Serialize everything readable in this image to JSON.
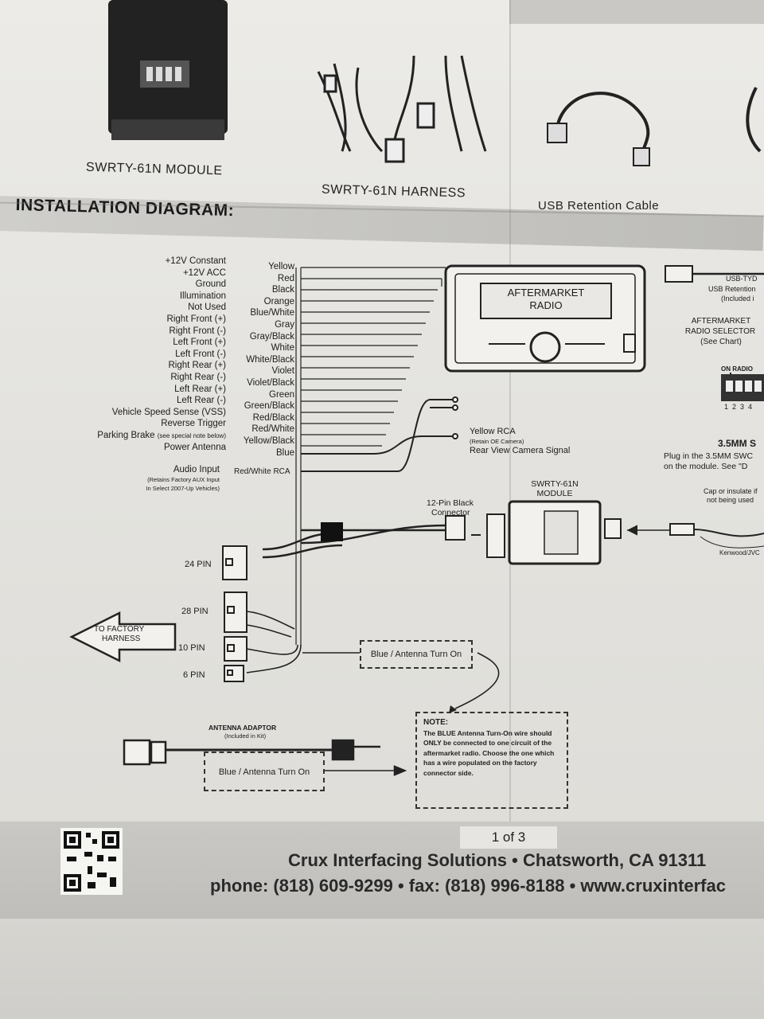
{
  "products": {
    "module_caption": "SWRTY-61N MODULE",
    "harness_caption": "SWRTY-61N HARNESS",
    "usb_caption": "USB Retention Cable"
  },
  "section_title": "INSTALLATION DIAGRAM:",
  "functions": [
    "+12V Constant",
    "+12V ACC",
    "Ground",
    "Illumination",
    "Not Used",
    "Right Front (+)",
    "Right Front (-)",
    "Left Front (+)",
    "Left Front (-)",
    "Right Rear (+)",
    "Right Rear (-)",
    "Left Rear (+)",
    "Left Rear (-)",
    "Vehicle Speed Sense (VSS)",
    "Reverse Trigger",
    "Parking Brake",
    "Power Antenna"
  ],
  "parking_brake_note": "(see special note below)",
  "wire_colors": [
    "Yellow",
    "Red",
    "Black",
    "Orange",
    "Blue/White",
    "Gray",
    "Gray/Black",
    "White",
    "White/Black",
    "Violet",
    "Violet/Black",
    "Green",
    "Green/Black",
    "Red/Black",
    "Red/White",
    "Yellow/Black",
    "Blue"
  ],
  "audio_input": {
    "label": "Audio Input",
    "sub1": "(Retains Factory AUX Input",
    "sub2": "In Select 2007-Up Vehicles)",
    "wire": "Red/White RCA"
  },
  "radio": {
    "line1": "AFTERMARKET",
    "line2": "RADIO"
  },
  "usb_right": {
    "l1": "USB-TYD",
    "l2": "USB Retention",
    "l3": "(Included i"
  },
  "selector": {
    "l1": "AFTERMARKET",
    "l2": "RADIO SELECTOR",
    "l3": "(See Chart)",
    "on_label": "ON RADIO",
    "numbers": "1  2  3  4"
  },
  "yellow_rca": {
    "title": "Yellow RCA",
    "sub": "(Retain OE Camera)",
    "desc": "Rear View Camera Signal"
  },
  "swc": {
    "title": "3.5MM S",
    "l1": "Plug in the 3.5MM SWC",
    "l2": "on the module. See \"D"
  },
  "cap_note": {
    "l1": "Cap or insulate if",
    "l2": "not being used"
  },
  "kenwood": "Kenwood/JVC",
  "module_label": {
    "l1": "SWRTY-61N",
    "l2": "MODULE"
  },
  "connector_12": {
    "l1": "12-Pin Black",
    "l2": "Connector"
  },
  "pins": [
    "24 PIN",
    "28 PIN",
    "10 PIN",
    "6 PIN"
  ],
  "factory_harness": {
    "l1": "TO FACTORY",
    "l2": "HARNESS"
  },
  "antenna_turn_on": "Blue / Antenna Turn On",
  "antenna_adaptor": {
    "title": "ANTENNA ADAPTOR",
    "sub": "(Included in Kit)",
    "wire": "Blue / Antenna Turn On"
  },
  "note": {
    "title": "NOTE:",
    "body": "The BLUE Antenna Turn-On wire should ONLY be connected to one circuit of the aftermarket radio. Choose the one which has a wire populated on the factory connector side."
  },
  "footer": {
    "page": "1 of 3",
    "company": "Crux Interfacing Solutions • Chatsworth, CA  91311",
    "contact": "phone: (818) 609-9299 • fax: (818) 996-8188 • www.cruxinterfac"
  },
  "colors": {
    "ink": "#1c1c1c",
    "band": "#c4c3bf",
    "paper": "#e6e5e1"
  }
}
